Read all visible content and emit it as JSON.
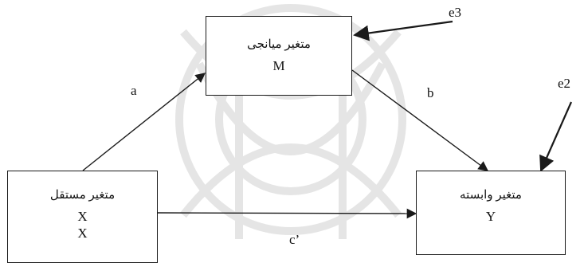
{
  "nodes": {
    "mediator": {
      "label": "متغیر میانجی",
      "symbol": "M"
    },
    "independent": {
      "label": "متغیر مستقل",
      "symbol_1": "X",
      "symbol_2": "X"
    },
    "dependent": {
      "label": "متغیر وابسته",
      "symbol": "Y"
    }
  },
  "paths": {
    "a": "a",
    "b": "b",
    "c_prime": "c’"
  },
  "errors": {
    "e3": "e3",
    "e2": "e2"
  },
  "colors": {
    "line": "#1a1a1a",
    "watermark": "#d9d9d9"
  }
}
